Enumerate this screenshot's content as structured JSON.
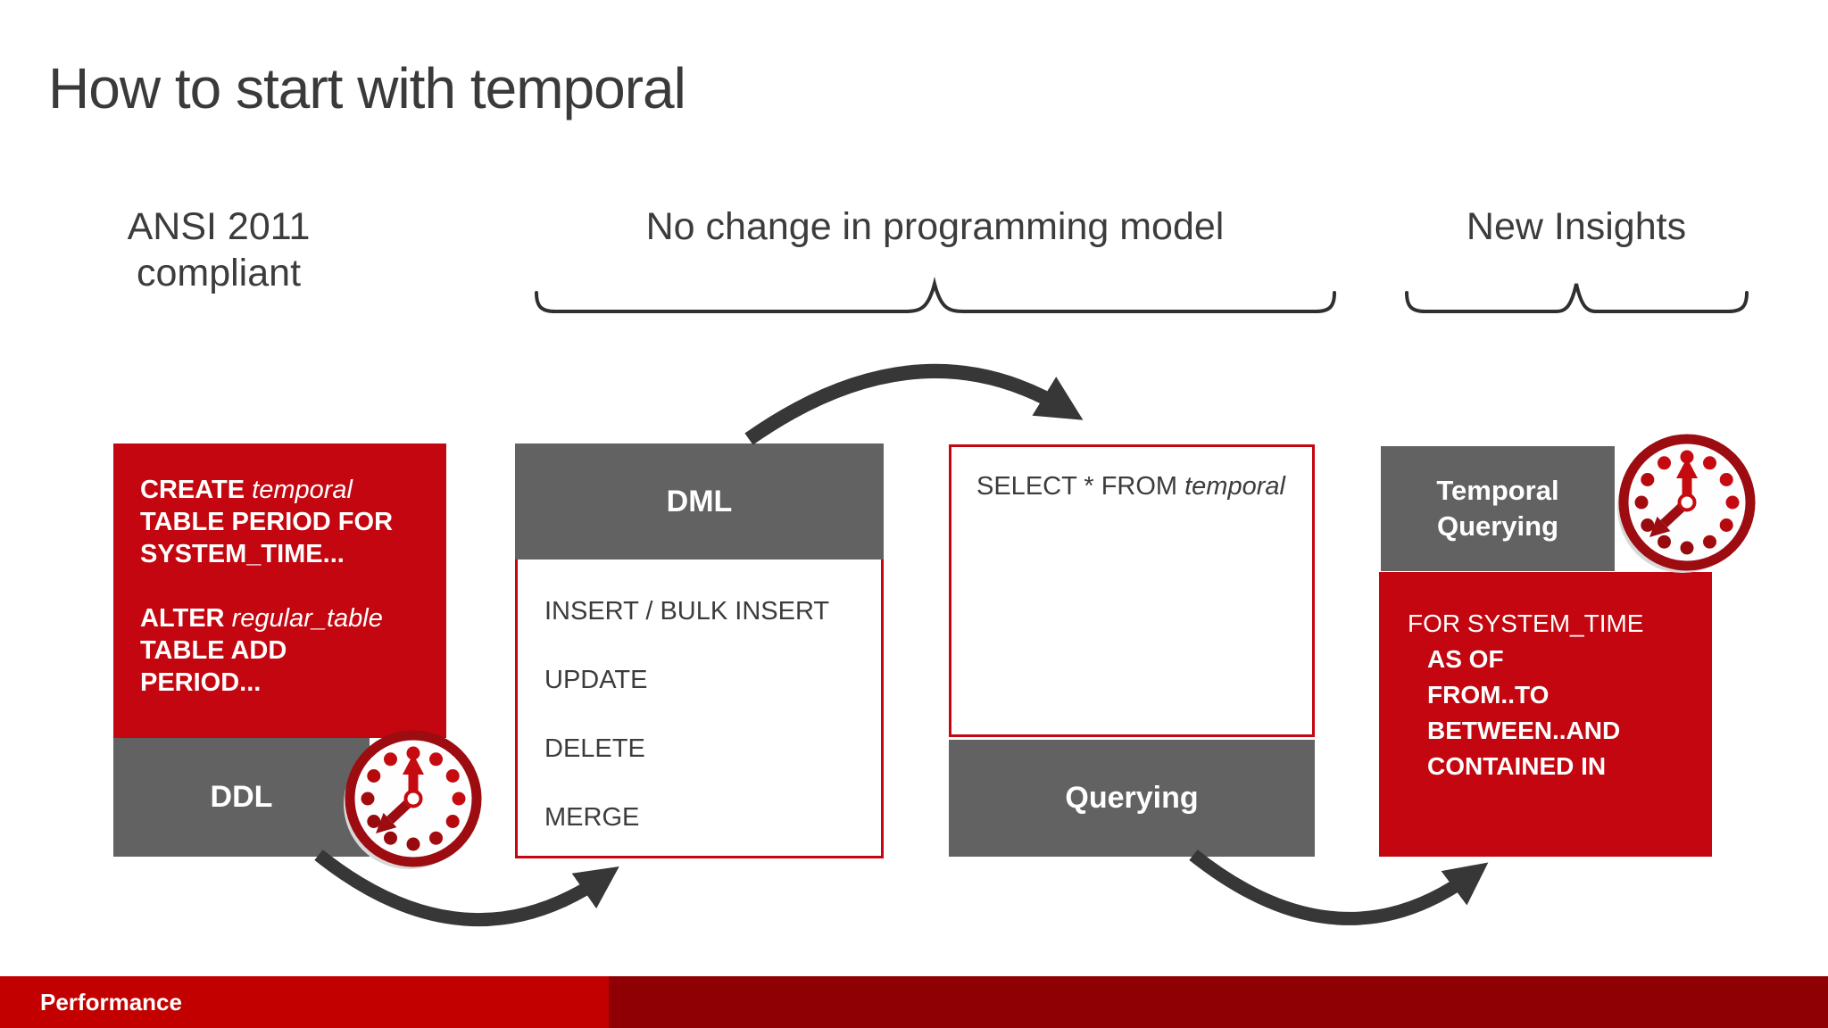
{
  "title": "How to start with temporal",
  "column_labels": {
    "left_line1": "ANSI 2011",
    "left_line2": "compliant",
    "center": "No change in programming model",
    "right": "New Insights"
  },
  "ddl_section": {
    "create_keyword": "CREATE",
    "create_identifier": "temporal",
    "create_line2": "TABLE PERIOD FOR",
    "create_line3": "SYSTEM_TIME...",
    "alter_keyword": "ALTER",
    "alter_identifier": "regular_table",
    "alter_line2": "TABLE ADD",
    "alter_line3": "PERIOD...",
    "footer_label": "DDL"
  },
  "dml_section": {
    "header_label": "DML",
    "items": [
      "INSERT / BULK INSERT",
      "UPDATE",
      "DELETE",
      "MERGE"
    ]
  },
  "query_section": {
    "select_prefix": "SELECT * FROM ",
    "select_identifier": "temporal",
    "footer_label": "Querying"
  },
  "temporal_query_section": {
    "header_line1": "Temporal",
    "header_line2": "Querying",
    "body_intro": "FOR SYSTEM_TIME",
    "body_items": [
      "AS OF",
      "FROM..TO",
      "BETWEEN..AND",
      "CONTAINED IN"
    ]
  },
  "footer": {
    "label": "Performance"
  },
  "icons": {
    "left_clock": "clock-icon",
    "right_clock": "clock-icon"
  },
  "colors": {
    "box_red": "#c3060f",
    "box_gray": "#626262",
    "clock_ring_dark_red": "#9c0c10",
    "arrow_dark": "#373737",
    "footer_left_red": "#c20000",
    "footer_right_red": "#8e0003",
    "text_dark": "#3c3c3c"
  }
}
